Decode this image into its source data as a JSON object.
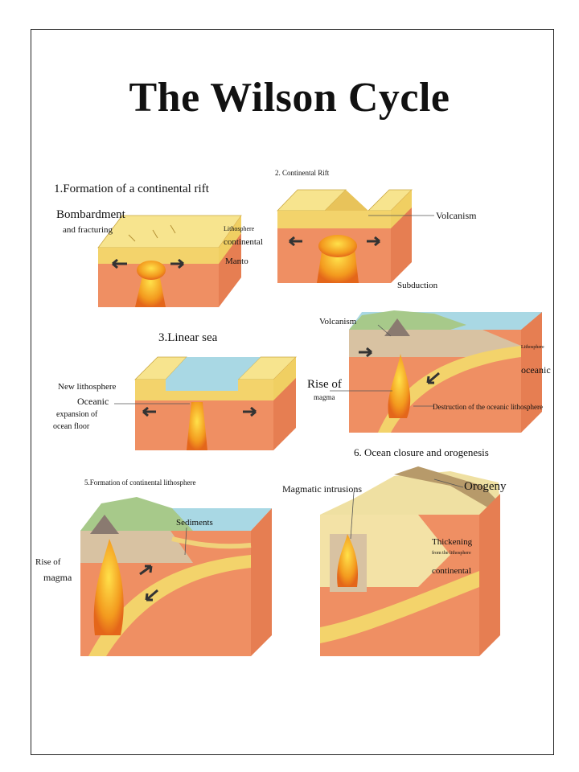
{
  "title": "The Wilson Cycle",
  "panels": {
    "p1": {
      "heading": "1.Formation of a continental rift",
      "bombardment": "Bombardment",
      "fracturing": "and fracturing",
      "lithosphere": "Lithosphere",
      "continental": "continental",
      "manto": "Manto"
    },
    "p2": {
      "heading": "2. Continental Rift",
      "volcanism": "Volcanism",
      "subduction": "Subduction"
    },
    "p3": {
      "heading": "3.Linear sea",
      "new_lithosphere": "New lithosphere",
      "oceanic": "Oceanic",
      "expansion": "expansion of",
      "ocean_floor": "ocean floor"
    },
    "p4": {
      "volcanism": "Volcanism",
      "lithosphere": "Lithosphere",
      "oceanic": "oceanic",
      "rise_of": "Rise of",
      "magma": "magma",
      "destruction": "Destruction of the oceanic lithosphere"
    },
    "p5": {
      "heading": "5.Formation of continental lithosphere",
      "sediments": "Sediments",
      "rise_of": "Rise of",
      "magma": "magma"
    },
    "p6": {
      "heading": "6. Ocean closure and orogenesis",
      "intrusions": "Magmatic intrusions",
      "orogeny": "Orogeny",
      "thickening": "Thickening",
      "of_lithosphere": "from the lithosphere",
      "continental": "continental"
    }
  },
  "colors": {
    "crust": "#f3d36b",
    "crust_top": "#f7e48e",
    "mantle": "#ef8f63",
    "mantle_dark": "#d9714a",
    "magma": "#f39a1e",
    "sea": "#a9d8e4",
    "land": "#a7c98a"
  }
}
